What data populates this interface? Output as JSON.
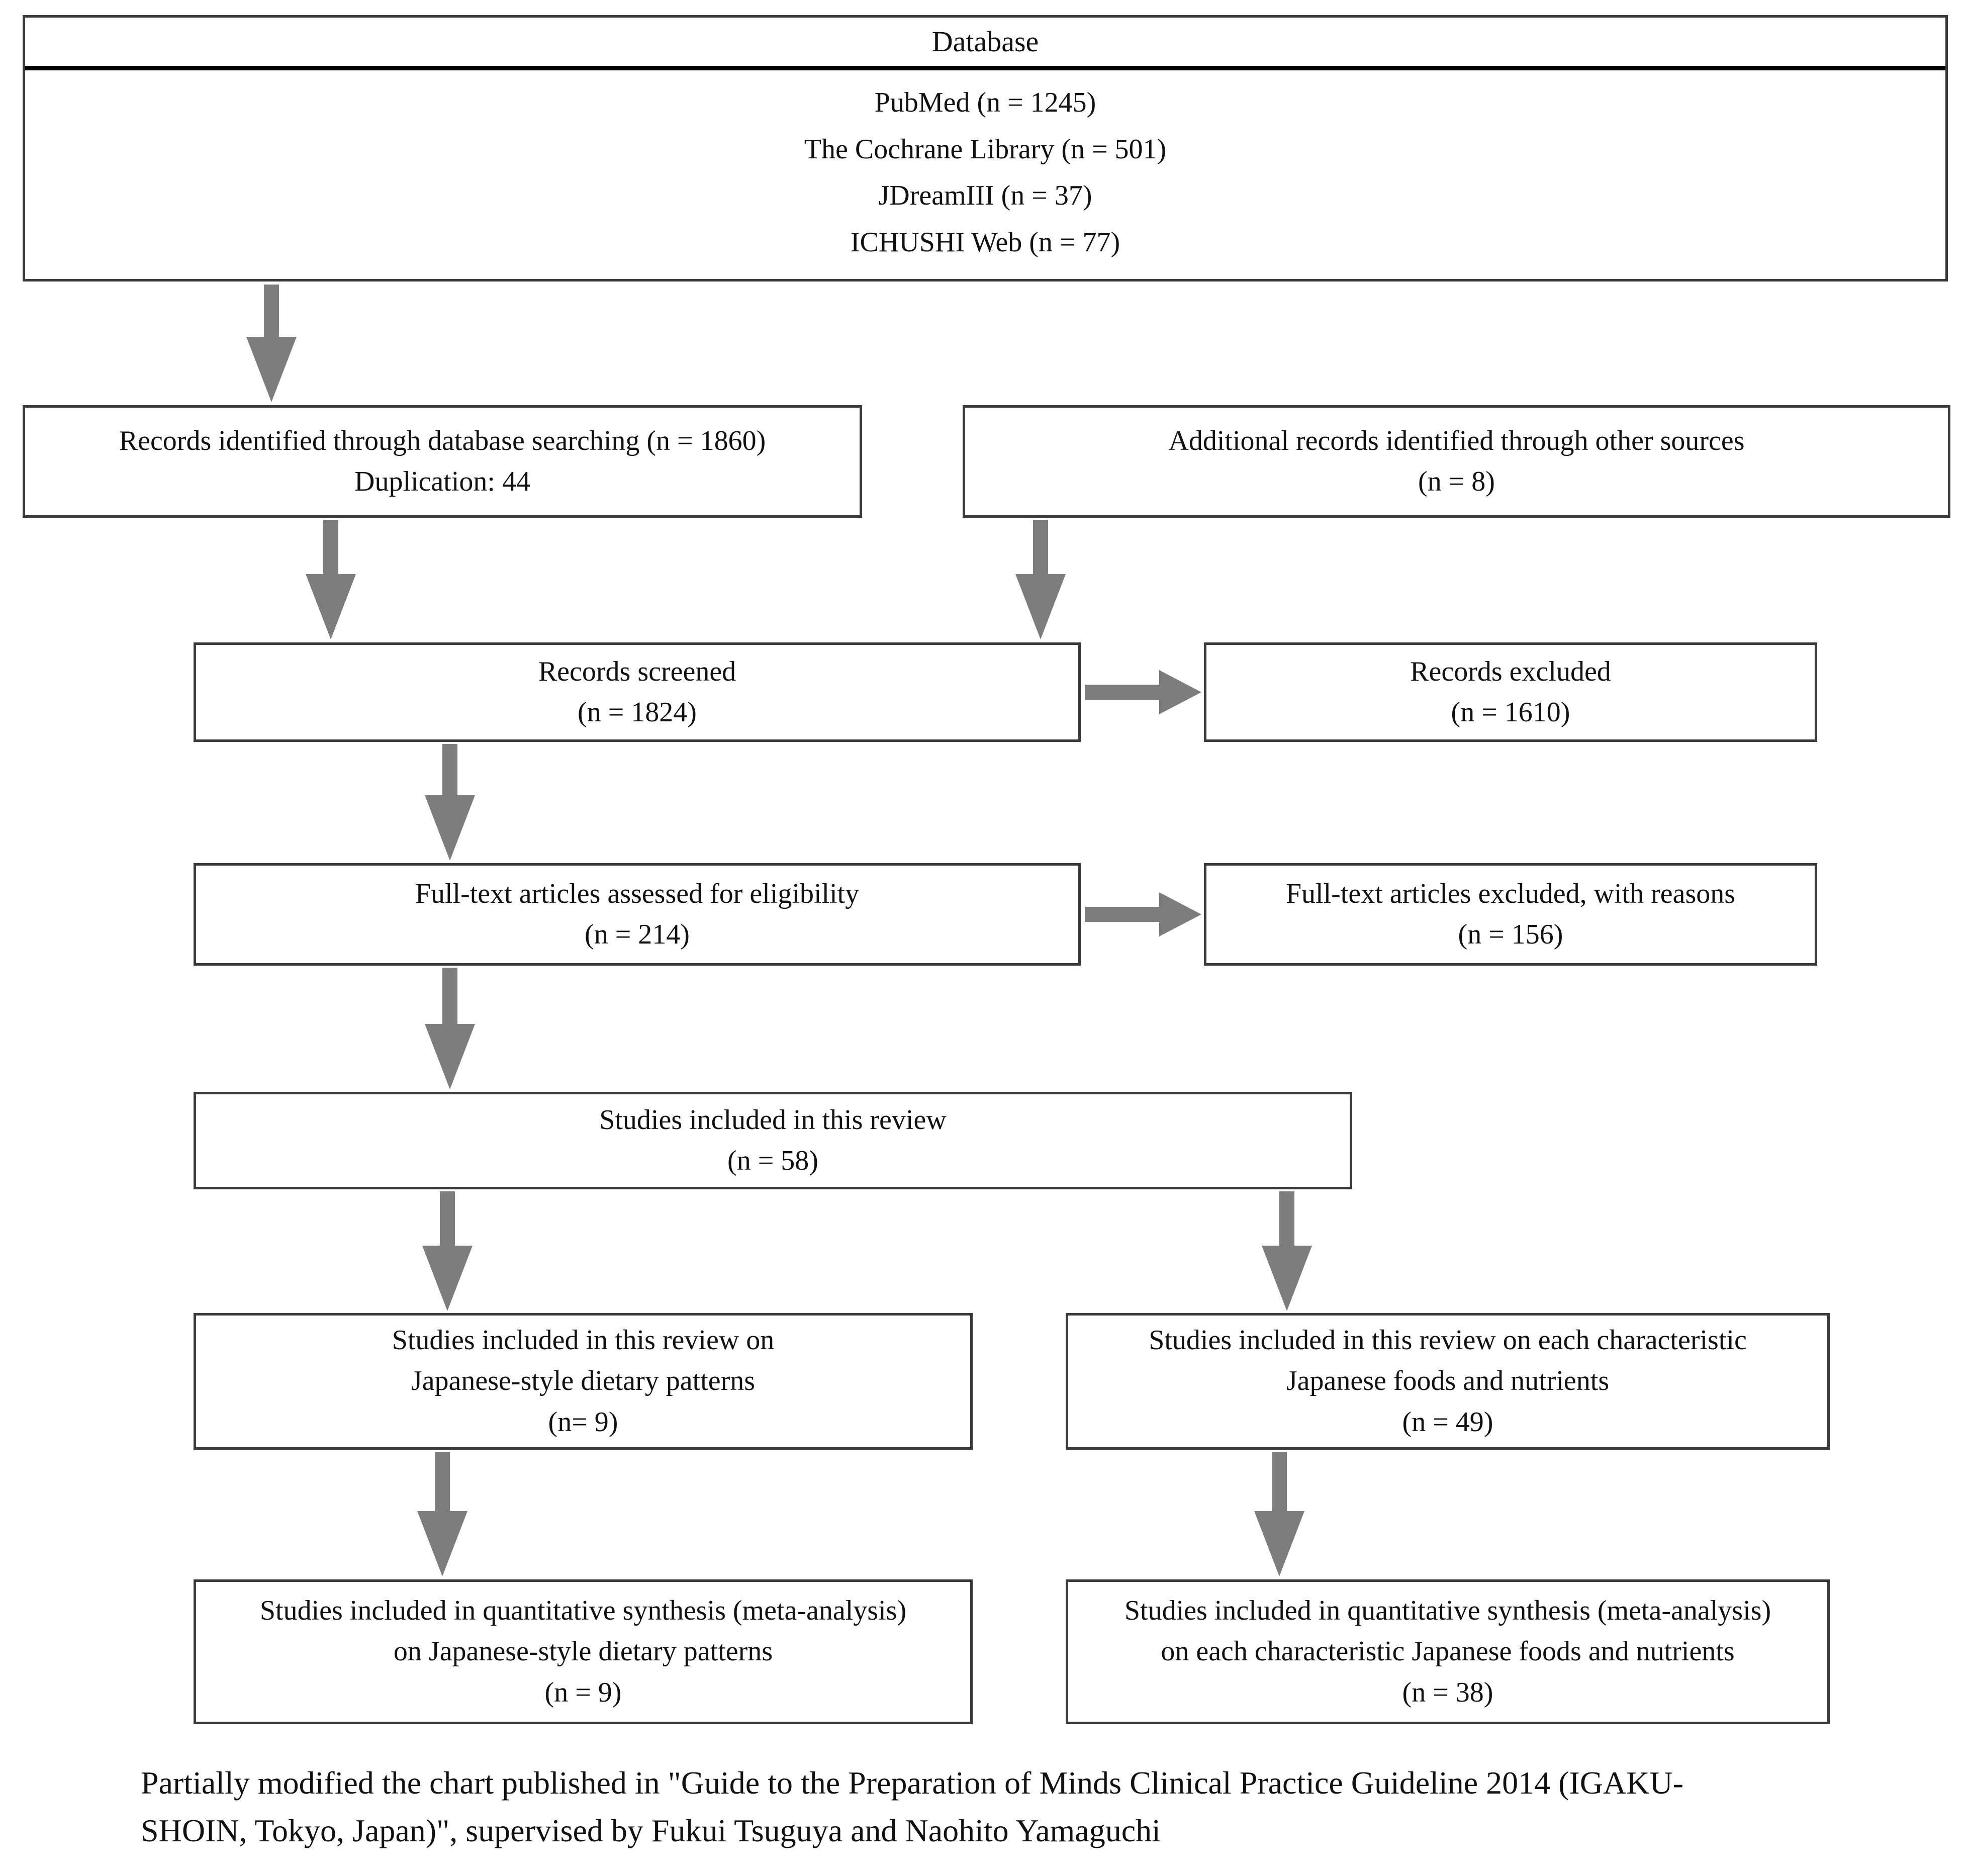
{
  "database_box": {
    "header": "Database",
    "items": [
      "PubMed (n = 1245)",
      "The Cochrane Library (n = 501)",
      "JDreamIII (n = 37)",
      "ICHUSHI Web (n = 77)"
    ]
  },
  "boxes": {
    "identified": [
      "Records identified through database searching (n = 1860)",
      "Duplication: 44"
    ],
    "additional": [
      "Additional records identified through other sources",
      "(n = 8)"
    ],
    "screened": [
      "Records screened",
      "(n = 1824)"
    ],
    "records_excluded": [
      "Records excluded",
      "(n = 1610)"
    ],
    "fulltext_assessed": [
      "Full-text articles assessed for eligibility",
      "(n = 214)"
    ],
    "fulltext_excluded": [
      "Full-text articles excluded, with reasons",
      "(n = 156)"
    ],
    "included_review": [
      "Studies included in this review",
      "(n = 58)"
    ],
    "review_patterns": [
      "Studies included in this review on",
      "Japanese-style dietary patterns",
      "(n= 9)"
    ],
    "review_foods": [
      "Studies included in this review on each characteristic",
      "Japanese foods and nutrients",
      "(n = 49)"
    ],
    "meta_patterns": [
      "Studies included in quantitative synthesis (meta-analysis)",
      "on Japanese-style dietary patterns",
      "(n = 9)"
    ],
    "meta_foods": [
      "Studies included in quantitative synthesis (meta-analysis)",
      "on each characteristic Japanese foods and nutrients",
      "(n = 38)"
    ]
  },
  "caption": [
    "Partially modified the chart published in \"Guide to the Preparation of Minds Clinical Practice Guideline 2014 (IGAKU-",
    "SHOIN, Tokyo, Japan)\", supervised by Fukui Tsuguya and Naohito Yamaguchi"
  ],
  "colors": {
    "arrow": "#7d7d7d",
    "border": "#3a3a3a",
    "divider": "#000000",
    "text": "#111111"
  }
}
